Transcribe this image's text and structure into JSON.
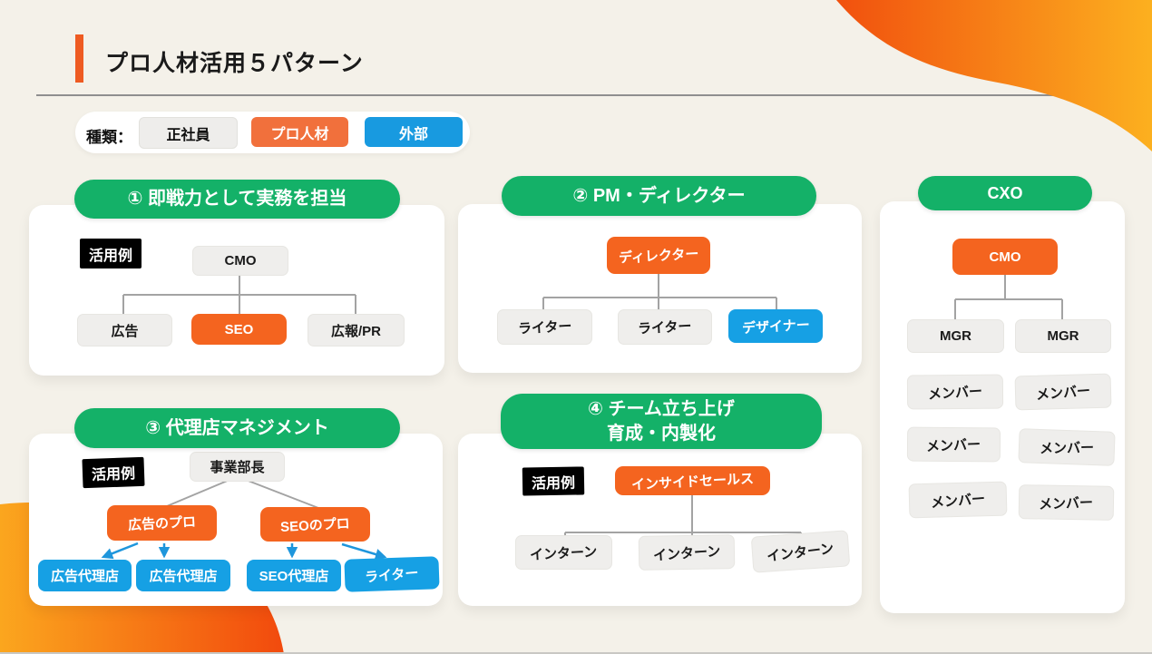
{
  "page": {
    "title": "プロ人材活用５パターン"
  },
  "legend": {
    "label": "種類：",
    "items": [
      {
        "label": "正社員",
        "color": "#eeedeb"
      },
      {
        "label": "プロ人材",
        "color": "#f1703c"
      },
      {
        "label": "外部",
        "color": "#189ae0"
      }
    ]
  },
  "colors": {
    "accent_orange": "#ee5b22",
    "pill_green": "#14b168",
    "node_orange": "#f4641f",
    "node_blue": "#16a0e4",
    "node_gray": "#efeeec",
    "background_cream": "#f4f1e9",
    "connector_gray": "#a3a3a3",
    "arrow_blue": "#1e96dc",
    "blob_gradient_dark": "#f1500e",
    "blob_gradient_light": "#fcb01f"
  },
  "panels": {
    "p1": {
      "title": "① 即戦力として実務を担当",
      "example_label": "活用例",
      "root": "CMO",
      "children": [
        "広告",
        "SEO",
        "広報/PR"
      ]
    },
    "p2": {
      "title": "② PM・ディレクター",
      "root": "ディレクター",
      "children": [
        "ライター",
        "ライター",
        "デザイナー"
      ]
    },
    "p3": {
      "title": "③ 代理店マネジメント",
      "example_label": "活用例",
      "root": "事業部長",
      "pros": [
        "広告のプロ",
        "SEOのプロ"
      ],
      "partners": [
        "広告代理店",
        "広告代理店",
        "SEO代理店",
        "ライター"
      ]
    },
    "p4": {
      "title_line1": "④ チーム立ち上げ",
      "title_line2": "育成・内製化",
      "example_label": "活用例",
      "root": "インサイドセールス",
      "children": [
        "インターン",
        "インターン",
        "インターン"
      ]
    },
    "cxo": {
      "title": "CXO",
      "root": "CMO",
      "managers": [
        "MGR",
        "MGR"
      ],
      "members": [
        "メンバー",
        "メンバー",
        "メンバー",
        "メンバー",
        "メンバー",
        "メンバー"
      ]
    }
  }
}
